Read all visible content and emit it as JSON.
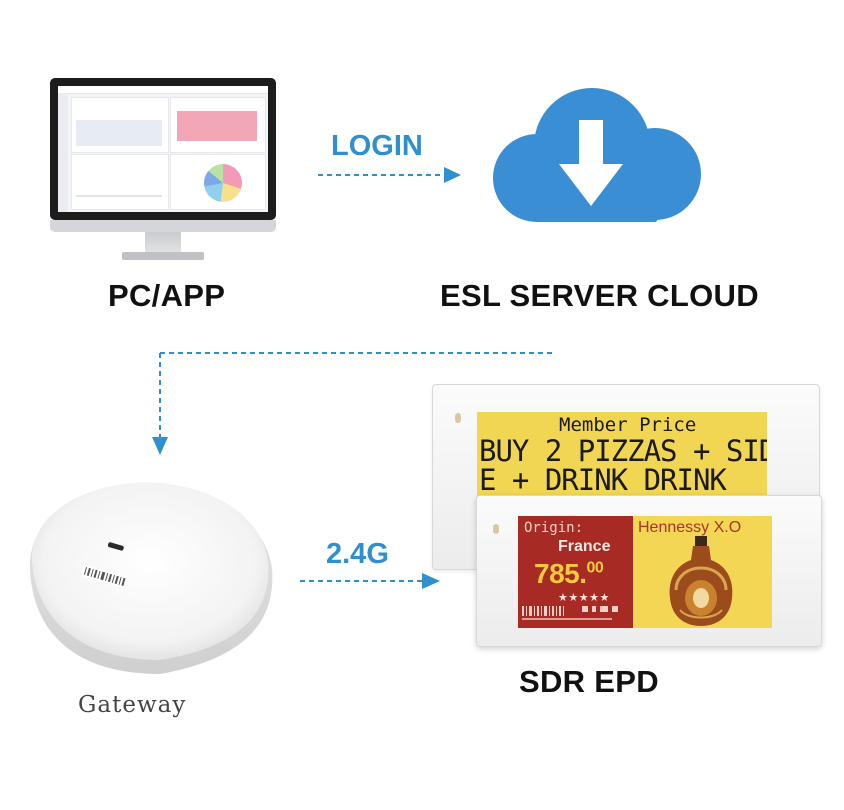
{
  "labels": {
    "pc": "PC/APP",
    "cloud": "ESL SERVER CLOUD",
    "login": "LOGIN",
    "frequency": "2.4G",
    "gateway": "Gateway",
    "epd": "SDR EPD"
  },
  "esl_back": {
    "header": "Member Price",
    "line1": "BUY 2 PIZZAS + SID",
    "line2": "E + DRINK DRINK"
  },
  "esl_front": {
    "origin_label": "Origin:",
    "country": "France",
    "price_main": "785.",
    "price_cents": "00",
    "stars": "★★★★★",
    "brand": "Hennessy X.O"
  },
  "colors": {
    "arrow_blue": "#2f8fcf",
    "cloud_blue": "#3a8ed3",
    "label_black": "#111111"
  },
  "icons": [
    "monitor-icon",
    "cloud-download-icon",
    "gateway-device-icon",
    "esl-tag-icon",
    "arrow-icon"
  ]
}
